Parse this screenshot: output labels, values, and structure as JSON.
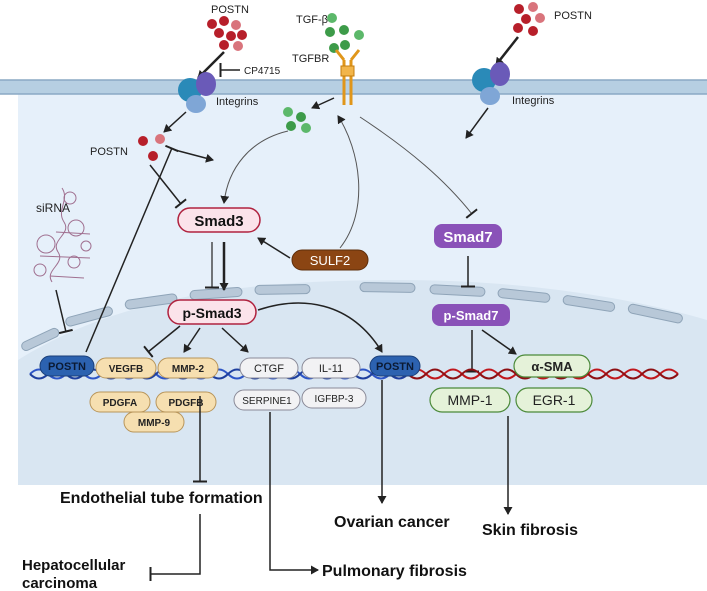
{
  "labels": {
    "postn_top_left": "POSTN",
    "postn_top_right": "POSTN",
    "tgf_beta": "TGF-β",
    "tgfbr": "TGFBR",
    "cp4715": "CP4715",
    "integrins_left": "Integrins",
    "integrins_right": "Integrins",
    "postn_inside": "POSTN",
    "sirna": "siRNA"
  },
  "nodes": {
    "smad3": "Smad3",
    "smad7": "Smad7",
    "sulf2": "SULF2",
    "p_smad3": "p-Smad3",
    "p_smad7": "p-Smad7"
  },
  "genes": {
    "postn_left": "POSTN",
    "vegfb": "VEGFB",
    "mmp2": "MMP-2",
    "pdgfa": "PDGFA",
    "pdgfb": "PDGFB",
    "mmp9": "MMP-9",
    "ctgf": "CTGF",
    "il11": "IL-11",
    "serpine1": "SERPINE1",
    "igfbp3": "IGFBP-3",
    "postn_right": "POSTN",
    "asma": "α-SMA",
    "mmp1": "MMP-1",
    "egr1": "EGR-1"
  },
  "outcomes": {
    "endothelial": "Endothelial tube formation",
    "hcc_line1": "Hepatocellular",
    "hcc_line2": "carcinoma",
    "ovarian": "Ovarian cancer",
    "skin": "Skin fibrosis",
    "pulmonary": "Pulmonary fibrosis"
  },
  "colors": {
    "cytoplasm": "#e6f0fa",
    "membrane": "#b6cfe2",
    "nucleus": "#d9e6f2",
    "postn_dot": "#b71f2a",
    "postn_dot_light": "#d9747c",
    "tgf_dot": "#3d9b49",
    "smad3_fill": "#fbe3ea",
    "smad3_stroke": "#b0233f",
    "smad7_fill": "#8a52b8",
    "sulf2_fill": "#8b4513",
    "gene_tan": "#f6dfb0",
    "gene_grey": "#f2f2f4",
    "gene_green": "#e5f2d9",
    "postn_gene_fill": "#2c62b0",
    "dna_blue": "#2d55c6",
    "dna_red": "#c0161c"
  }
}
